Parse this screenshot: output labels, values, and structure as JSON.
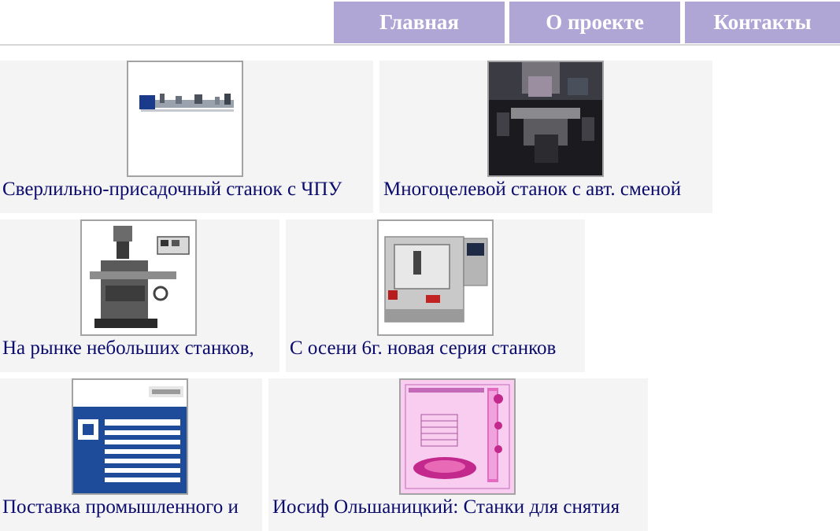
{
  "nav": {
    "items": [
      {
        "label": "Главная"
      },
      {
        "label": "О проекте"
      },
      {
        "label": "Контакты"
      }
    ]
  },
  "colors": {
    "nav_bg": "#b0a6d6",
    "tile_bg": "#f4f4f4",
    "caption_text": "#0b0b6e"
  },
  "cards": [
    {
      "title": "Сверлильно-присадочный станок с ЧПУ",
      "icon": "cnc-drilling-machine-icon"
    },
    {
      "title": "Многоцелевой станок с авт. сменой",
      "icon": "multipurpose-machine-icon"
    },
    {
      "title": "На рынке небольших станков,",
      "icon": "milling-machine-icon"
    },
    {
      "title": "С осени 6г. новая серия станков",
      "icon": "cnc-lathe-icon"
    },
    {
      "title": "Поставка промышленного и",
      "icon": "spetskomplekt-logo-icon"
    },
    {
      "title": "Иосиф Ольшаницкий: Станки для снятия",
      "icon": "catalog-page-icon"
    }
  ]
}
